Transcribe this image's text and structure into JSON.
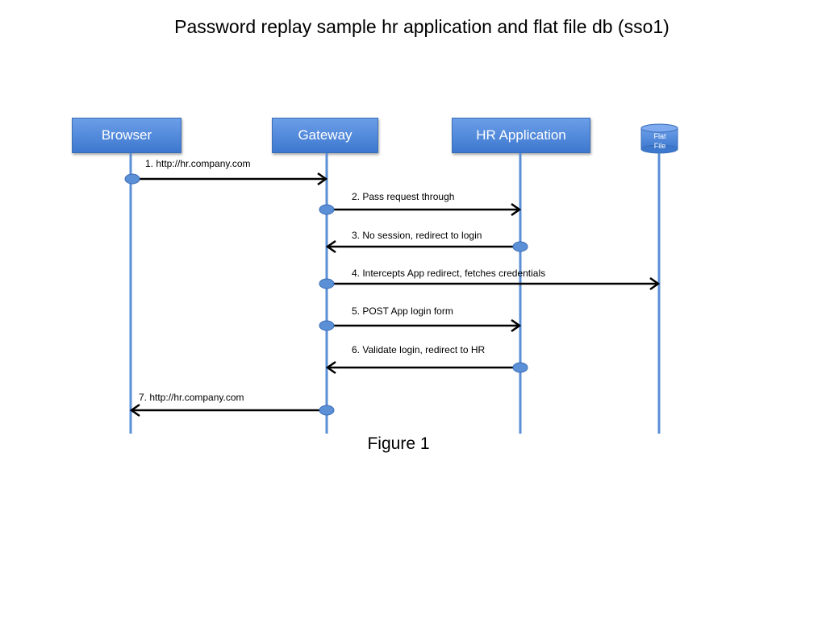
{
  "title": "Password replay sample hr application and flat file db (sso1)",
  "caption": "Figure 1",
  "participants": [
    {
      "id": "browser",
      "label": "Browser"
    },
    {
      "id": "gateway",
      "label": "Gateway"
    },
    {
      "id": "hr",
      "label": "HR Application"
    },
    {
      "id": "flatfile",
      "label_line1": "Flat",
      "label_line2": "File"
    }
  ],
  "messages": [
    {
      "label": "1.   http://hr.company.com",
      "from": "browser",
      "to": "gateway"
    },
    {
      "label": "2.  Pass request through",
      "from": "gateway",
      "to": "hr"
    },
    {
      "label": "3.  No session, redirect to login",
      "from": "hr",
      "to": "gateway"
    },
    {
      "label": "4.  Intercepts App redirect, fetches credentials",
      "from": "gateway",
      "to": "flatfile"
    },
    {
      "label": "5.  POST App login form",
      "from": "gateway",
      "to": "hr"
    },
    {
      "label": "6.  Validate login, redirect to HR",
      "from": "hr",
      "to": "gateway"
    },
    {
      "label": "7.  http://hr.company.com",
      "from": "gateway",
      "to": "browser"
    }
  ],
  "colors": {
    "box_fill": "#4a86dc",
    "lifeline": "#5b8fd6",
    "arrow": "#000000"
  }
}
